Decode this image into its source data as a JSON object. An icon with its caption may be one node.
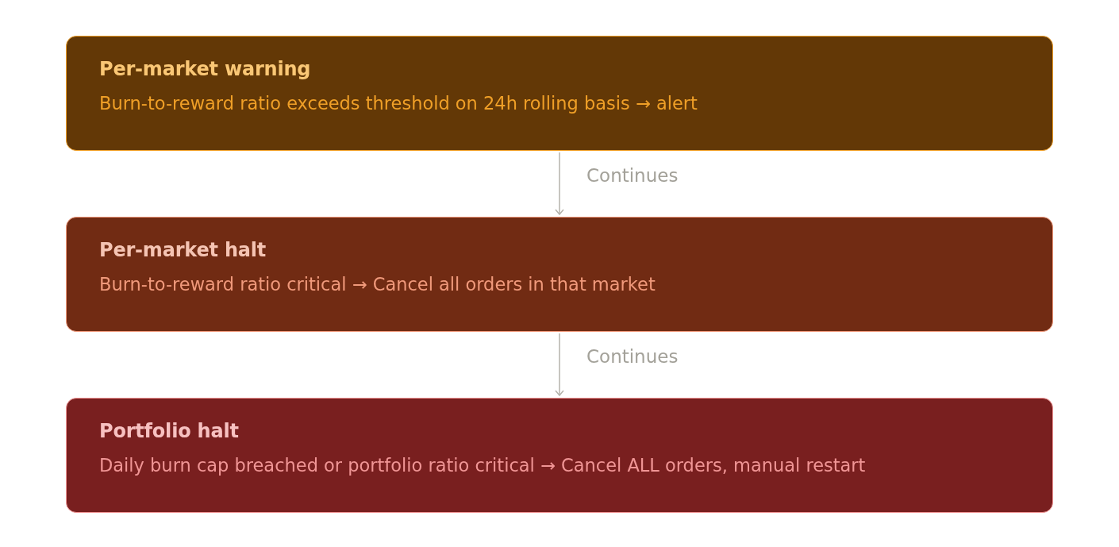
{
  "diagram": {
    "nodes": [
      {
        "text": [
          "Per-market warning",
          "Burn-to-reward ratio exceeds threshold on 24h rolling basis → alert"
        ]
      },
      {
        "text": [
          "Per-market halt",
          "Burn-to-reward ratio critical → Cancel all orders in that market"
        ]
      },
      {
        "text": [
          "Portfolio halt",
          "Daily burn cap breached or portfolio ratio critical → Cancel ALL orders, manual restart"
        ]
      }
    ],
    "edges": [
      {
        "from": 0,
        "to": 1,
        "arrow": "to",
        "label": "Continues"
      },
      {
        "from": 1,
        "to": 2,
        "arrow": "to",
        "label": "Continues"
      }
    ]
  }
}
